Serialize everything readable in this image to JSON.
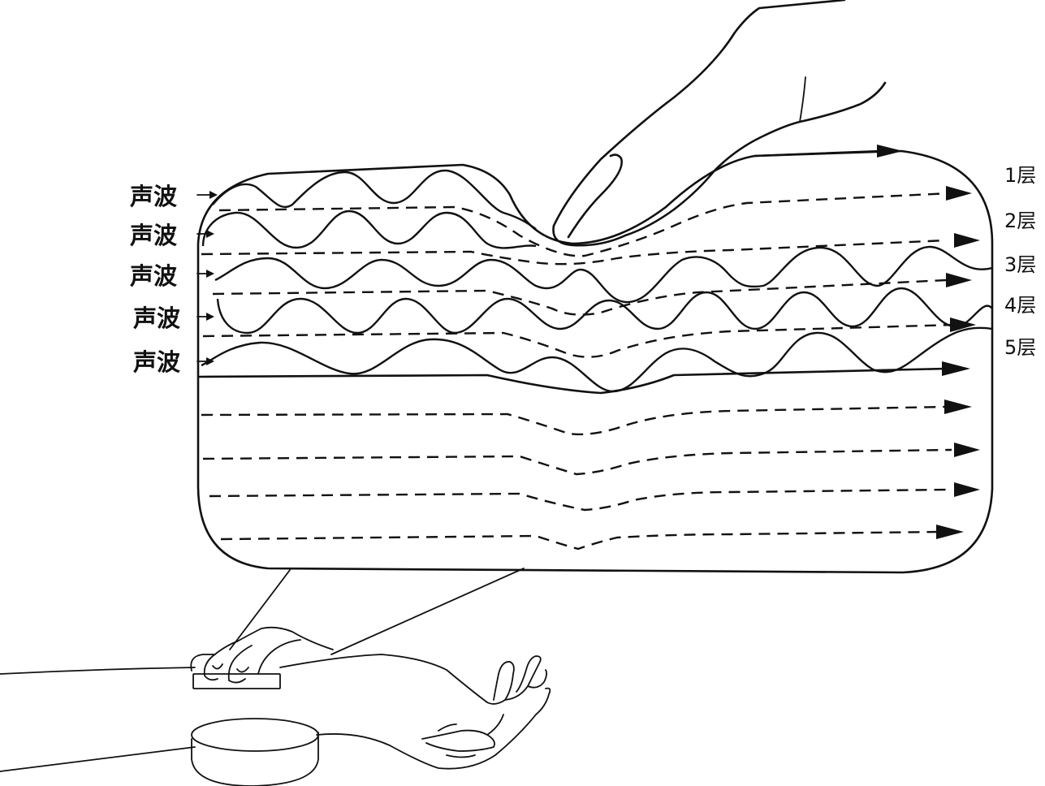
{
  "title": "",
  "wave_labels": [
    "声波",
    "声波",
    "声波",
    "声波",
    "声波"
  ],
  "layer_labels": [
    "1层",
    "2层",
    "3层",
    "4层",
    "5层"
  ],
  "colors": {
    "ink": "#111111",
    "background": "#ffffff"
  }
}
